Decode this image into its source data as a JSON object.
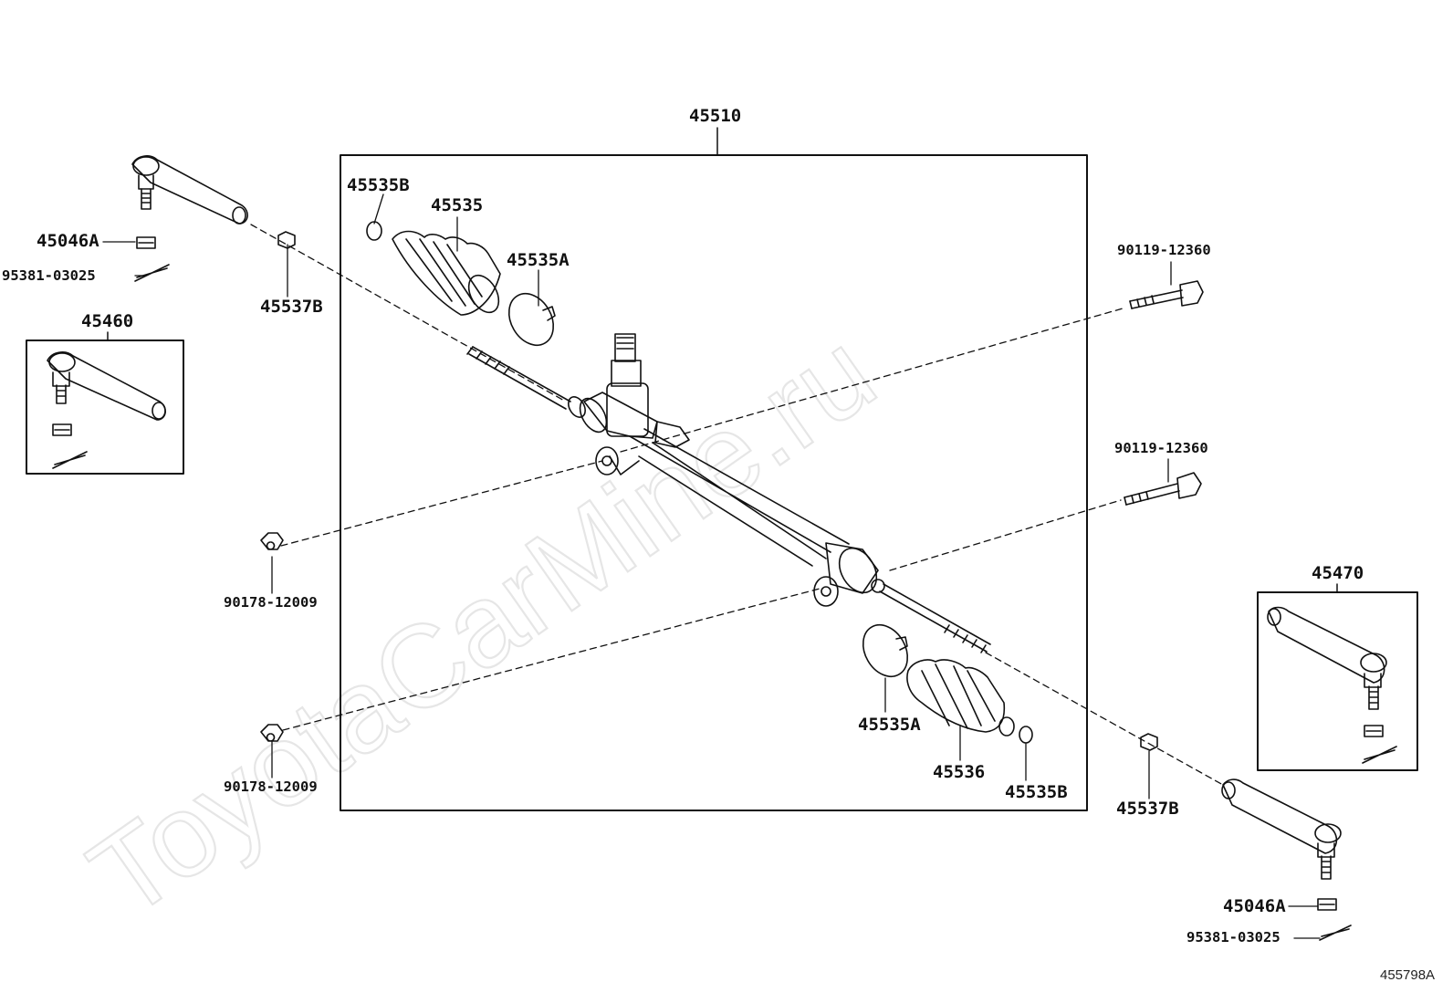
{
  "watermark": "ToyotaCarMine.ru",
  "diagram_id": "455798A",
  "labels": {
    "rack_assembly": "45510",
    "boot_clamp_b_left": "45535B",
    "boot_left": "45535",
    "boot_clamp_a_left": "45535A",
    "bolt_upper": "90119-12360",
    "bolt_lower": "90119-12360",
    "nut_tie_end_left": "45046A",
    "cotter_pin_left": "95381-03025",
    "lock_nut_left": "45537B",
    "tie_rod_end_left_kit": "45460",
    "mount_nut_upper": "90178-12009",
    "mount_nut_lower": "90178-12009",
    "tie_rod_end_right_kit": "45470",
    "boot_clamp_a_right": "45535A",
    "boot_right": "45536",
    "boot_clamp_b_right": "45535B",
    "lock_nut_right": "45537B",
    "nut_tie_end_right": "45046A",
    "cotter_pin_right": "95381-03025"
  }
}
